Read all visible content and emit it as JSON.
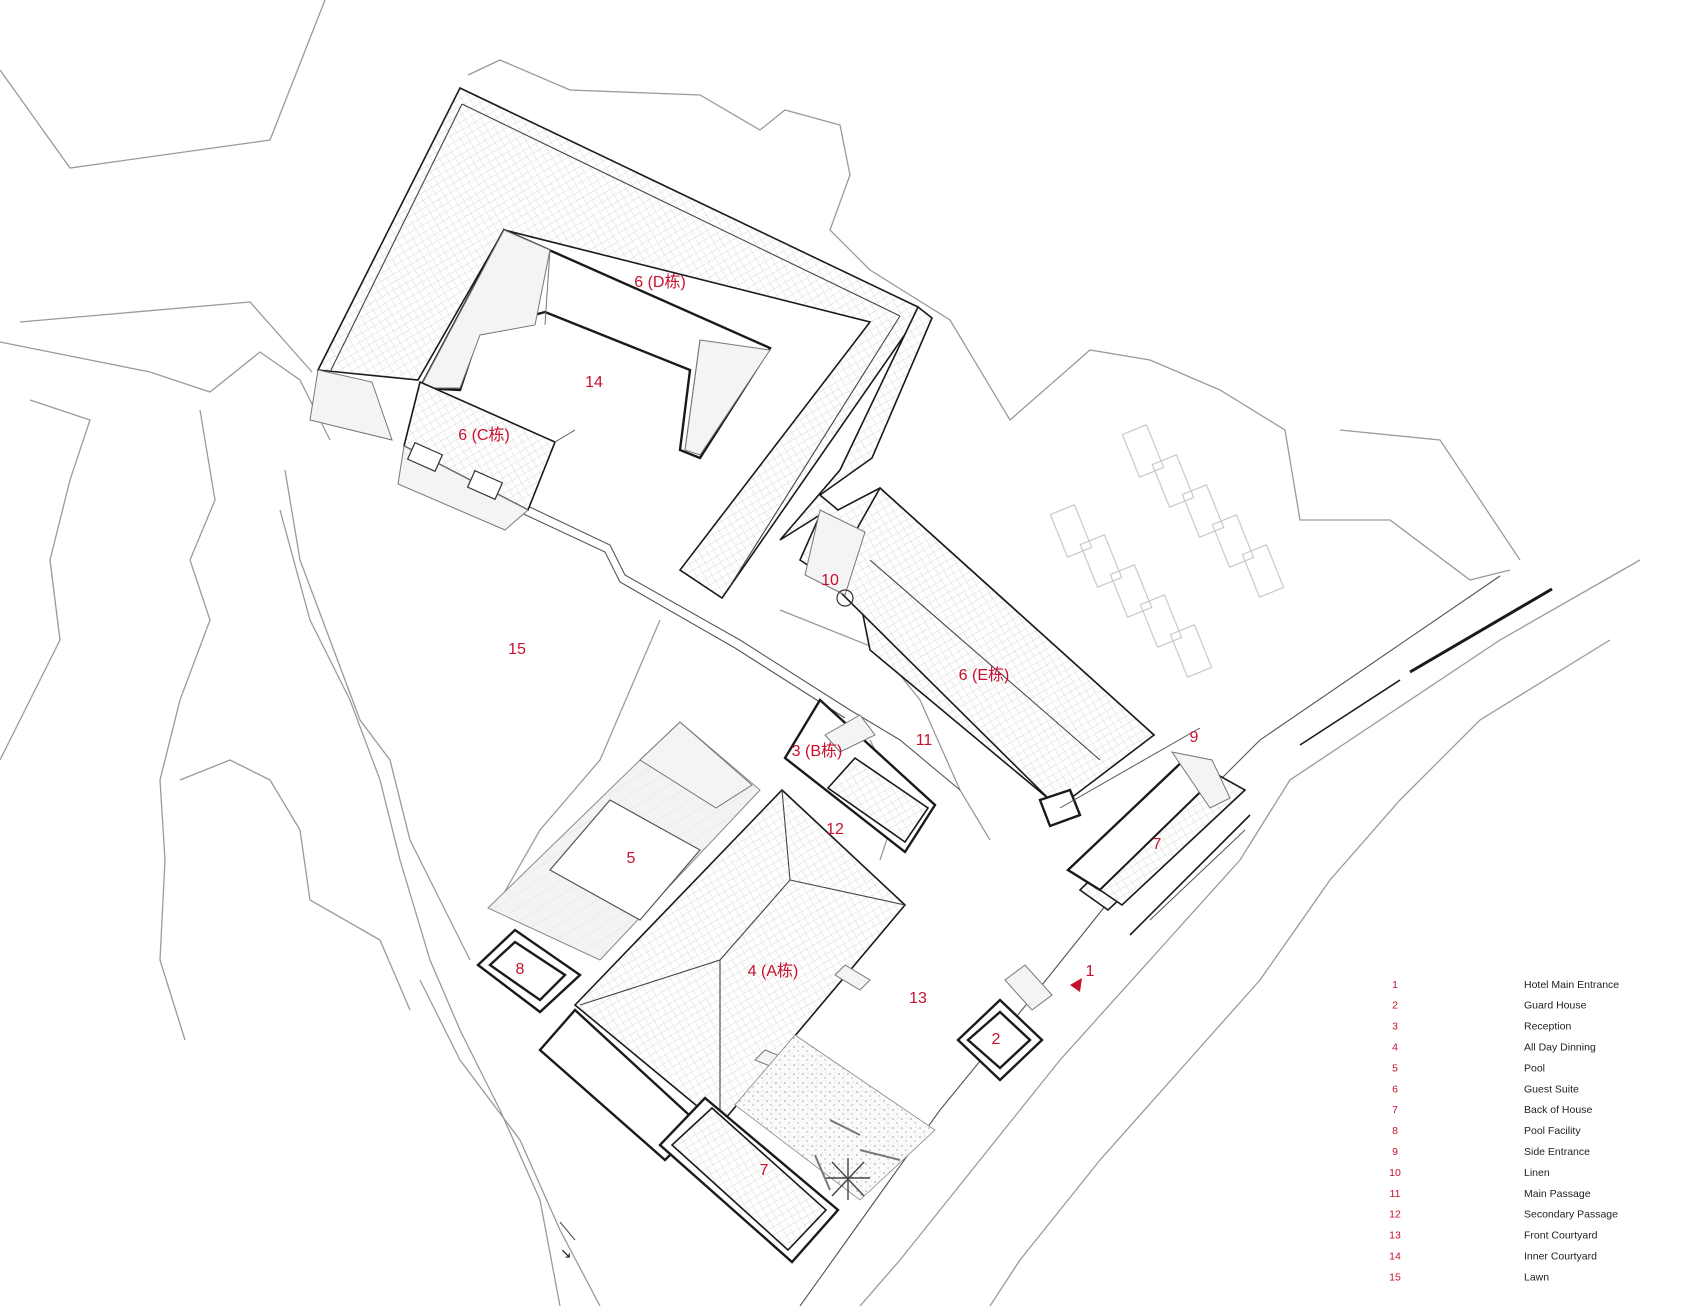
{
  "plan": {
    "labels": {
      "d_block": "6 (D栋)",
      "inner_courtyard": "14",
      "c_block": "6 (C栋)",
      "lawn": "15",
      "linen": "10",
      "e_block": "6 (E栋)",
      "main_passage": "11",
      "side_entrance": "9",
      "reception": "3 (B栋)",
      "secondary_passage": "12",
      "back_of_house_east": "7",
      "pool": "5",
      "pool_facility": "8",
      "all_day_dining": "4 (A栋)",
      "front_courtyard": "13",
      "main_entrance": "1",
      "guard_house": "2",
      "back_of_house_south": "7"
    },
    "label_color": "#c8102e",
    "line_color": "#1a1a1a",
    "terrain_color": "#9a9a9a",
    "entrance_marker": "triangle-arrow-icon"
  },
  "legend": {
    "items": [
      {
        "num": "1",
        "text": "Hotel Main Entrance"
      },
      {
        "num": "2",
        "text": "Guard House"
      },
      {
        "num": "3",
        "text": "Reception"
      },
      {
        "num": "4",
        "text": "All Day Dinning"
      },
      {
        "num": "5",
        "text": "Pool"
      },
      {
        "num": "6",
        "text": "Guest Suite"
      },
      {
        "num": "7",
        "text": "Back of House"
      },
      {
        "num": "8",
        "text": "Pool Facility"
      },
      {
        "num": "9",
        "text": "Side Entrance"
      },
      {
        "num": "10",
        "text": "Linen"
      },
      {
        "num": "11",
        "text": "Main Passage"
      },
      {
        "num": "12",
        "text": "Secondary Passage"
      },
      {
        "num": "13",
        "text": "Front Courtyard"
      },
      {
        "num": "14",
        "text": "Inner Courtyard"
      },
      {
        "num": "15",
        "text": "Lawn"
      }
    ]
  }
}
